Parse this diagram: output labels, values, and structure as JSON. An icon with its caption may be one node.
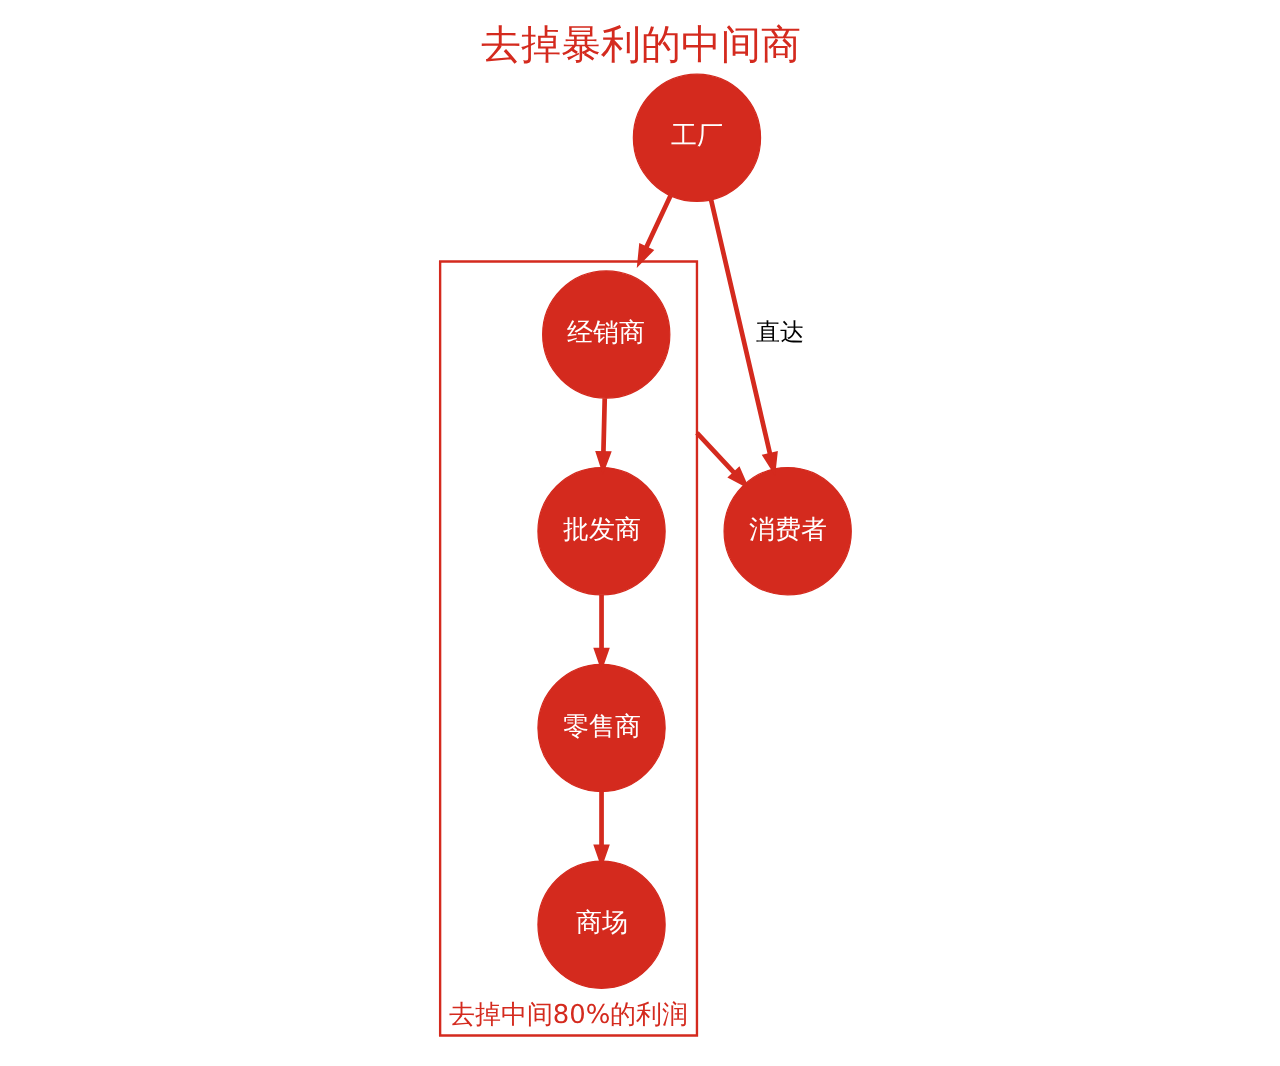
{
  "diagram": {
    "title": "去掉暴利的中间商",
    "nodes": [
      {
        "text": [
          "工厂"
        ]
      },
      {
        "text": [
          "去掉中间80%的利润"
        ]
      },
      {
        "text": [
          "经销商"
        ],
        "in": 1
      },
      {
        "text": [
          "批发商"
        ],
        "in": 1
      },
      {
        "text": [
          "消费者"
        ]
      },
      {
        "text": [
          "商场"
        ],
        "in": 1
      },
      {
        "text": [
          "零售商"
        ],
        "in": 1
      }
    ],
    "edges": [
      {
        "from": 0,
        "to": 1,
        "arrow": "to"
      },
      {
        "from": 2,
        "to": 3,
        "arrow": "to"
      },
      {
        "from": 3,
        "to": 6,
        "arrow": "to"
      },
      {
        "from": 6,
        "to": 5,
        "arrow": "to"
      },
      {
        "from": 1,
        "to": 4,
        "arrow": "to"
      },
      {
        "from": 0,
        "to": 4,
        "arrow": "to",
        "label": "直达"
      }
    ]
  }
}
